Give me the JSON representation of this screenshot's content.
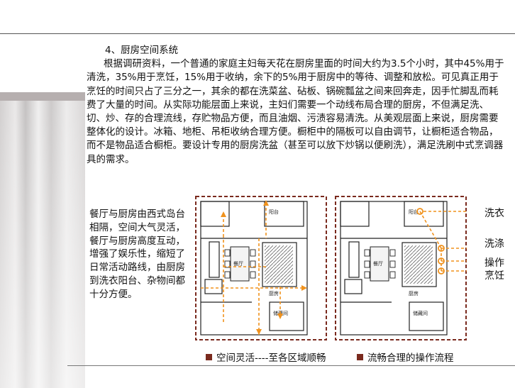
{
  "section": {
    "heading": "4、厨房空间系统",
    "paragraph": "根据调研资料，一个普通的家庭主妇每天花在厨房里面的时间大约为3.5个小时，其中45%用于清洗，35%用于烹饪，15%用于收纳，余下的5%用于厨房中的等待、调整和放松。可见真正用于烹饪的时间只占了三分之一，其余的都在洗菜盆、砧板、锅碗瓢盆之间来回奔走，因手忙脚乱而耗费了大量的时间。从实际功能层面上来说，主妇们需要一个动线布局合理的厨房，不但满足洗、切、炒、存的合理流线，存贮物品方便，而且油烟、污渍容易清洗。从美观层面上来说，厨房需要整体化的设计。冰箱、地柜、吊柜收纳合理方便。橱柜中的隔板可以自由调节，让橱柜适合物品，而不是物品适合橱柜。要设计专用的厨房洗盆（甚至可以放下炒锅以便刷洗），满足洗刷中式烹调器具的需求。"
  },
  "side_note": "餐厅与厨房由西式岛台相隔，空间大气灵活，餐厅与厨房高度互动，增强了娱乐性，缩短了日常活动路线，由厨房到洗衣阳台、杂物间都十分方便。",
  "plan": {
    "room_labels": {
      "balcony": "阳台",
      "dining": "餐厅",
      "kitchen": "厨房",
      "storage": "储藏间"
    }
  },
  "flow_labels": {
    "laundry": "洗衣",
    "wash": "洗涤",
    "operate": "操作",
    "cook": "烹饪"
  },
  "legend": {
    "left": "空间灵活----至各区域顺畅",
    "right": "流畅合理的操作流程"
  },
  "colors": {
    "accent": "#7a2a1e",
    "flow": "#f0921d"
  }
}
